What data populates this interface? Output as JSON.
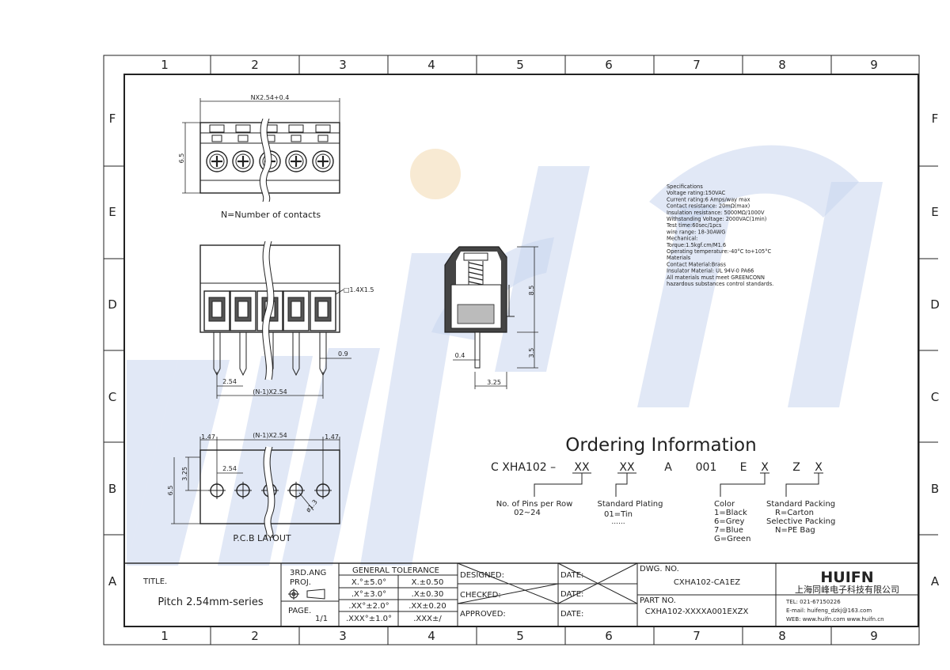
{
  "zones": {
    "columns": [
      "1",
      "2",
      "3",
      "4",
      "5",
      "6",
      "7",
      "8",
      "9"
    ],
    "rows": [
      "F",
      "E",
      "D",
      "C",
      "B",
      "A"
    ]
  },
  "watermark": "HUIFN",
  "top_view": {
    "width_dim": "NX2.54+0.4",
    "height_dim": "6.5",
    "caption": "N=Number of contacts"
  },
  "front_view": {
    "pin_square": "□1.4X1.5",
    "pin_gap": "0.9",
    "pitch": "2.54",
    "span": "(N-1)X2.54"
  },
  "side_view": {
    "height": "8.5",
    "pin_length": "3.5",
    "pin_width": "0.4",
    "depth": "3.25"
  },
  "specs": [
    "Specifications",
    "Voltage rating:150VAC",
    "Current rating:6 Amps/way max",
    "Contact resistance: 20mΩ(max)",
    "Insulation resistance: 5000MΩ/1000V",
    "Withstanding Voltage: 2000VAC(1min)",
    "Test time:60sec/1pcs",
    "wire range: 18-30AWG",
    "Mechanical:",
    "Torque:1.5kgf.cm/M1.6",
    "Operating temperature:-40°C to+105°C",
    "Materials",
    "Contact Material:Brass",
    "Insulator Material: UL 94V-0 PA66",
    "All materials must meet GREENCONN",
    "hazardous substances control standards."
  ],
  "pcb_layout": {
    "left_edge": "1.47",
    "span": "(N-1)X2.54",
    "right_edge": "1.47",
    "row_offset": "3.25",
    "pitch": "2.54",
    "height": "6.5",
    "hole": "ø1.3",
    "caption": "P.C.B LAYOUT"
  },
  "ordering": {
    "title": "Ordering Information",
    "code": [
      "C XHA102 –",
      "XX",
      "XX",
      "A",
      "001",
      "E",
      "X",
      "Z",
      "X"
    ],
    "pins_label": [
      "No. of Pins per Row",
      "02~24"
    ],
    "plating_label": [
      "Standard Plating",
      "01=Tin",
      "......"
    ],
    "color_label": [
      "Color",
      "1=Black",
      "6=Grey",
      "7=Blue",
      "G=Green"
    ],
    "packing_label": [
      "Standard Packing",
      "R=Carton",
      "Selective Packing",
      "N=PE Bag"
    ]
  },
  "title_block": {
    "title_label": "TITLE.",
    "title": "Pitch 2.54mm-series",
    "proj_label": "3RD.ANG\nPROJ.",
    "proj_line1": "3RD.ANG",
    "proj_line2": "PROJ.",
    "page_label": "PAGE.",
    "page": "1/1",
    "tolerance_header": "GENERAL TOLERANCE",
    "tolerances": [
      [
        "X.°±5.0°",
        "X.±0.50"
      ],
      [
        ".X°±3.0°",
        ".X±0.30"
      ],
      [
        ".XX°±2.0°",
        ".XX±0.20"
      ],
      [
        ".XXX°±1.0°",
        ".XXX±/"
      ]
    ],
    "designed": "DESIGNED:",
    "checked": "CHECKED:",
    "approved": "APPROVED:",
    "date": "DATE:",
    "dwg_label": "DWG. NO.",
    "dwg_no": "CXHA102-CA1EZ",
    "part_label": "PART NO.",
    "part_no": "CXHA102-XXXXA001EXZX",
    "brand": "HUIFN",
    "company": "上海同峰电子科技有限公司",
    "tel": "TEL: 021-67150226",
    "email": "E-mail: huifeng_dzkj@163.com",
    "web": "WEB: www.huifn.com  www.huifn.cn"
  }
}
